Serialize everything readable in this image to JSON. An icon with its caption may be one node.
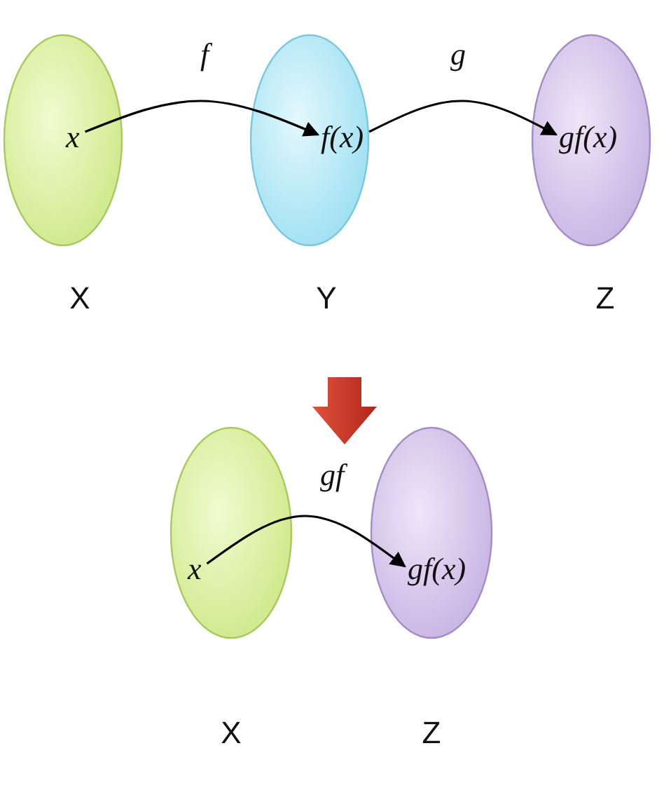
{
  "diagram": {
    "nodes": [
      {
        "text": [
          "X"
        ]
      },
      {
        "text": [
          "x"
        ],
        "in": 0
      },
      {
        "text": [
          "Y"
        ]
      },
      {
        "text": [
          "f(x)"
        ],
        "in": 2
      },
      {
        "text": [
          "Z"
        ]
      },
      {
        "text": [
          "gf(x)"
        ],
        "in": 4
      },
      {
        "text": [
          "X"
        ]
      },
      {
        "text": [
          "x"
        ],
        "in": 6
      },
      {
        "text": [
          "Z"
        ]
      },
      {
        "text": [
          "gf(x)"
        ],
        "in": 8
      }
    ],
    "edges": [
      {
        "from": 1,
        "to": 3,
        "arrow": "to",
        "label": "f"
      },
      {
        "from": 3,
        "to": 5,
        "arrow": "to",
        "label": "g"
      },
      {
        "from": 7,
        "to": 9,
        "arrow": "to",
        "label": "gf"
      }
    ]
  }
}
